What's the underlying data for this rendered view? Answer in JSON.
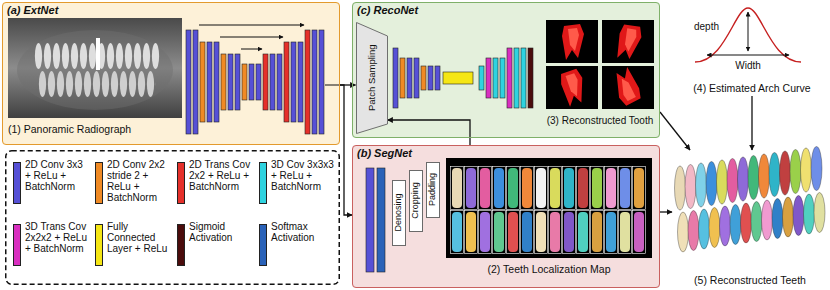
{
  "diagram": {
    "nodes": [
      {
        "text": [
          "(a) ExtNet"
        ]
      },
      {
        "text": [
          "(c) RecoNet"
        ]
      },
      {
        "text": [
          "Patch Sampling"
        ],
        "in": 1
      },
      {
        "text": [
          "(b) SegNet"
        ]
      },
      {
        "text": [
          "Denosing"
        ],
        "in": 3
      },
      {
        "text": [
          "Cropping"
        ],
        "in": 3
      },
      {
        "text": [
          "Padding"
        ],
        "in": 3
      },
      {
        "text": [
          "(4) Estimated Arch Curve"
        ]
      },
      {
        "text": [
          "(5) Reconstructed Teeth"
        ]
      }
    ],
    "edges": [
      {
        "from": 0,
        "to": 2,
        "arrow": "to"
      },
      {
        "from": 0,
        "to": 3,
        "arrow": "to"
      },
      {
        "from": 3,
        "to": 2,
        "arrow": "to"
      },
      {
        "from": 1,
        "to": 8,
        "arrow": "to"
      },
      {
        "from": 3,
        "to": 8,
        "arrow": "to"
      },
      {
        "from": 7,
        "to": 8,
        "arrow": "to"
      }
    ],
    "labels": [
      "(1) Panoramic Radiograph",
      "(3) Reconstructed Tooth",
      "(2) Teeth Localization Map",
      "depth",
      "Width"
    ],
    "legend": [
      {
        "text": "2D Conv 3x3 + ReLu + BatchNorm",
        "color": "#5650d6"
      },
      {
        "text": "2D Conv 2x2 stride 2 + ReLu + BatchNorm",
        "color": "#f08a24"
      },
      {
        "text": "2D Trans Cov 2x2 + ReLu + BatchNorm",
        "color": "#e5302a"
      },
      {
        "text": "3D Cov 3x3x3 + ReLu + BatchNorm",
        "color": "#2fd3e0"
      },
      {
        "text": "3D Trans Cov 2x2x2 + ReLu + BatchNorm",
        "color": "#d92fc0"
      },
      {
        "text": "Fully Connected Layer + ReLu",
        "color": "#f5e614"
      },
      {
        "text": "Sigmoid Activation",
        "color": "#4b0c0c"
      },
      {
        "text": "Softmax Activation",
        "color": "#2a62b8"
      }
    ]
  }
}
